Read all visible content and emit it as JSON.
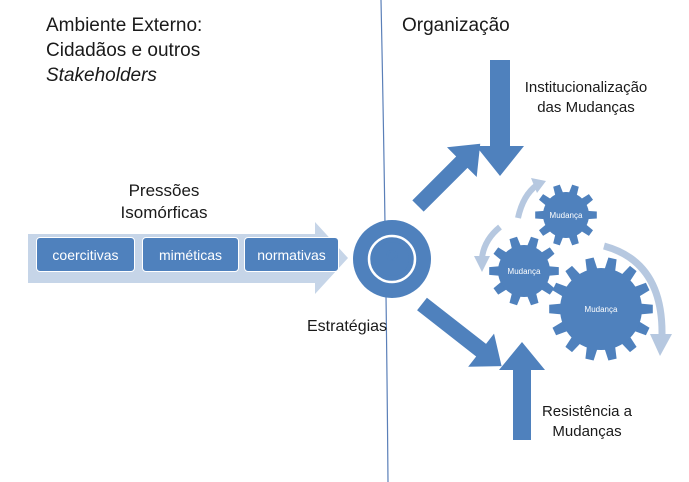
{
  "external": {
    "line1": "Ambiente Externo:",
    "line2": "Cidadãos e outros",
    "line3": "Stakeholders"
  },
  "organization_title": "Organização",
  "pressures": {
    "title_line1": "Pressões",
    "title_line2": "Isomórficas",
    "items": [
      "coercitivas",
      "miméticas",
      "normativas"
    ]
  },
  "strategies_label": "Estratégias",
  "strategy_symbol": "O",
  "institutionalization": {
    "line1": "Institucionalização",
    "line2": "das Mudanças"
  },
  "resistance": {
    "line1": "Resistência a",
    "line2": "Mudanças"
  },
  "gears": [
    "Mudança",
    "Mudança",
    "Mudança"
  ],
  "colors": {
    "primary": "#4f81bd",
    "light_arrow": "#c6d5e8",
    "cycle_arrow": "#b6c8e0",
    "divider": "#5a7fb8"
  }
}
